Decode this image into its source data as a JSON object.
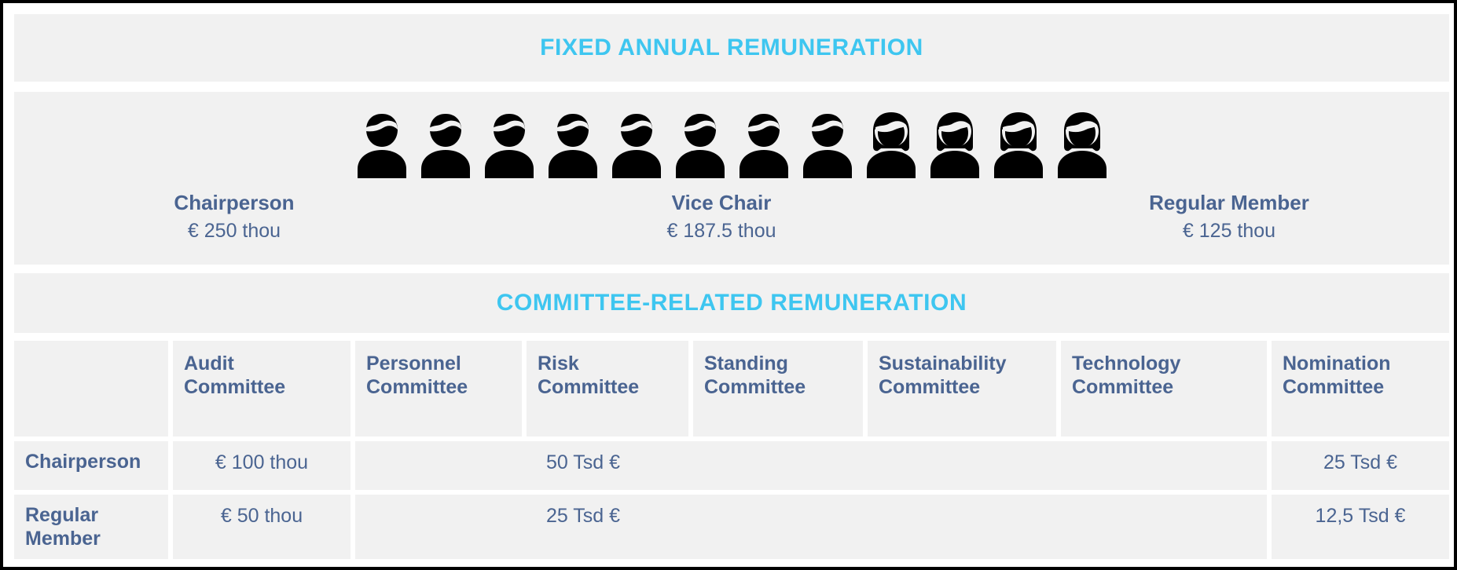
{
  "sections": {
    "fixed": {
      "title": "FIXED ANNUAL REMUNERATION",
      "title_color": "#3ec6f0",
      "roles": [
        {
          "name": "Chairperson",
          "value": "€ 250 thou"
        },
        {
          "name": "Vice Chair",
          "value": "€ 187.5 thou"
        },
        {
          "name": "Regular Member",
          "value": "€ 125 thou"
        }
      ],
      "people": {
        "total": 12,
        "male": 8,
        "female": 4,
        "icon_color": "#000000"
      }
    },
    "committee": {
      "title": "COMMITTEE-RELATED REMUNERATION",
      "title_color": "#3ec6f0",
      "columns": [
        {
          "line1": "",
          "line2": ""
        },
        {
          "line1": "Audit",
          "line2": "Committee"
        },
        {
          "line1": "Personnel",
          "line2": "Committee"
        },
        {
          "line1": "Risk",
          "line2": "Committee"
        },
        {
          "line1": "Standing",
          "line2": "Committee"
        },
        {
          "line1": "Sustainability",
          "line2": "Committee"
        },
        {
          "line1": "Technology",
          "line2": "Committee"
        },
        {
          "line1": "Nomination",
          "line2": "Committee"
        }
      ],
      "rows": [
        {
          "label_line1": "Chairperson",
          "label_line2": "",
          "audit": "€ 100 thou",
          "merged": "50 Tsd €",
          "nomination": "25 Tsd €"
        },
        {
          "label_line1": "Regular",
          "label_line2": "Member",
          "audit": "€ 50 thou",
          "merged": "25 Tsd €",
          "nomination": "12,5 Tsd €"
        }
      ]
    }
  },
  "theme": {
    "panel_bg": "#f1f1f1",
    "text_blue": "#4a6491",
    "accent_cyan": "#3ec6f0",
    "page_bg": "#ffffff",
    "border": "#000000"
  }
}
